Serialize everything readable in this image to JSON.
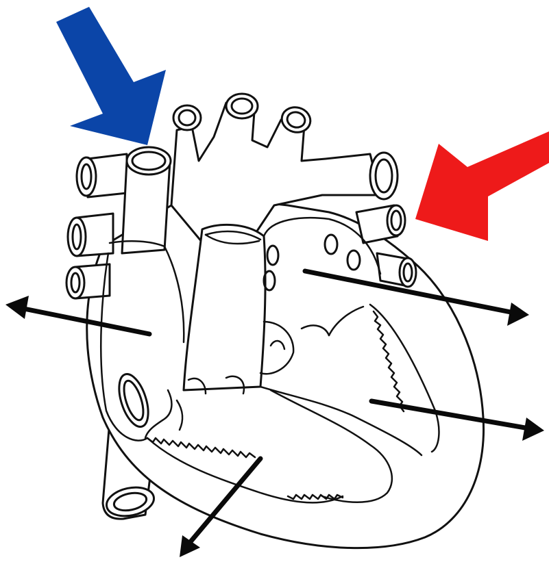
{
  "diagram": {
    "subject": "heart-cross-section",
    "colors": {
      "inflow_deoxygenated": "#0b45a8",
      "inflow_oxygenated": "#ee1a1a",
      "outline": "#111111",
      "pointer": "#0a0a0a",
      "background": "#ffffff"
    },
    "inflow_arrows": [
      {
        "id": "blue-arrow",
        "color": "#0b45a8"
      },
      {
        "id": "red-arrow",
        "color": "#ee1a1a"
      }
    ],
    "pointer_arrows": [
      {
        "id": "right-atrium-pointer"
      },
      {
        "id": "left-atrium-pointer"
      },
      {
        "id": "left-ventricle-pointer"
      },
      {
        "id": "right-ventricle-pointer"
      }
    ]
  }
}
